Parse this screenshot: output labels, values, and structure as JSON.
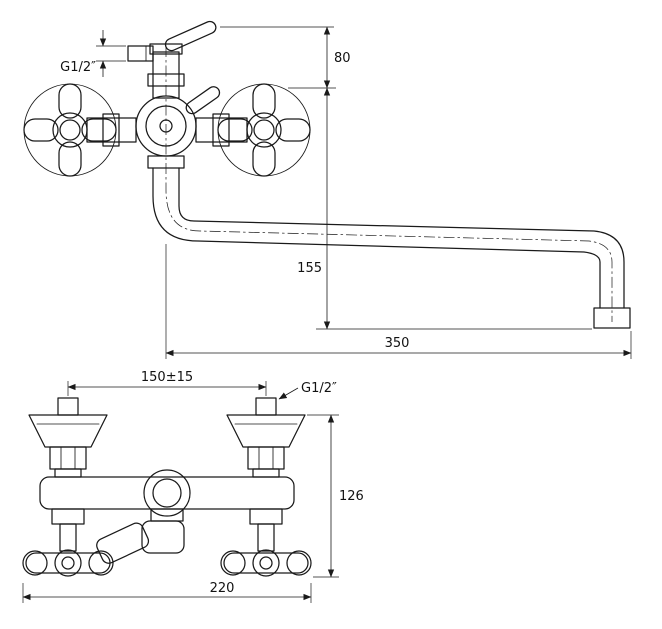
{
  "canvas": {
    "background": "#ffffff",
    "line_color": "#1a1a1a"
  },
  "side_view": {
    "dims": {
      "thread": "G1/2″",
      "height_top": "80",
      "drop_to_outlet": "155",
      "spout_reach": "350"
    }
  },
  "front_view": {
    "dims": {
      "hole_centers": "150±15",
      "thread": "G1/2″",
      "height": "126",
      "overall_width": "220"
    }
  }
}
